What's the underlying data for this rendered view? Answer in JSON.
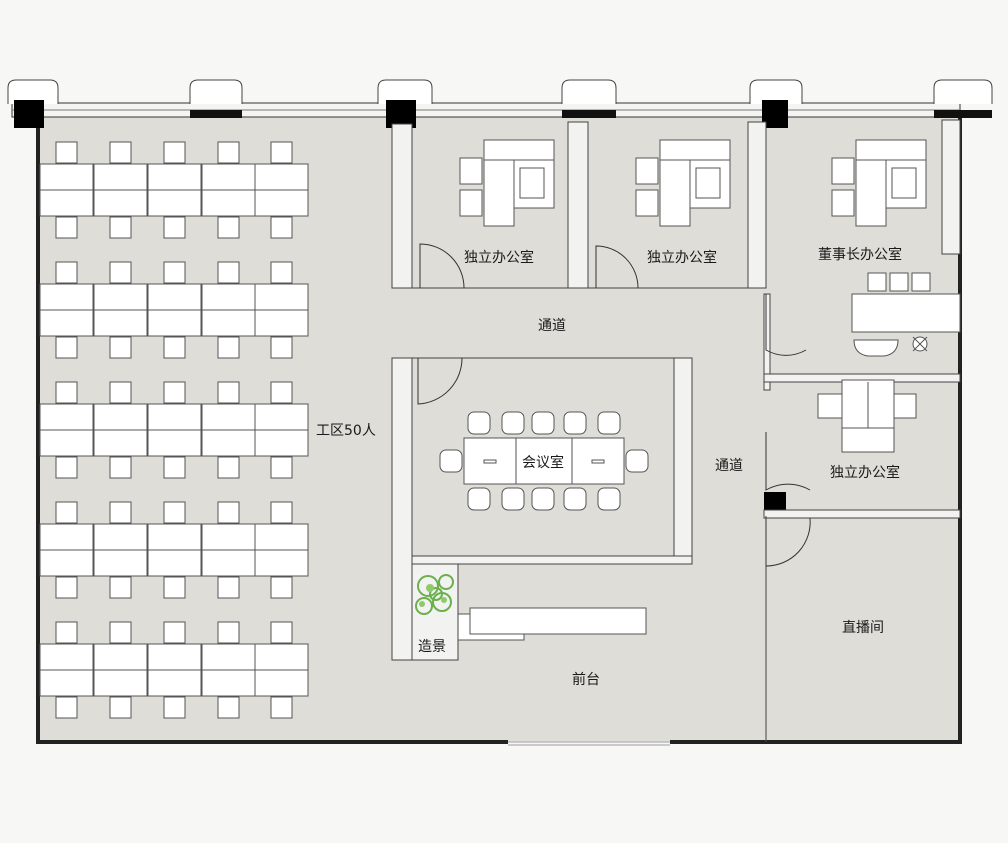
{
  "labels": {
    "office_left": "独立办公室",
    "office_mid": "独立办公室",
    "chairman_office": "董事长办公室",
    "corridor_top": "通道",
    "corridor_right": "通道",
    "work_area": "工区50人",
    "meeting_room": "会议室",
    "office_right": "独立办公室",
    "landscape": "造景",
    "live_room": "直播间",
    "reception": "前台"
  },
  "colors": {
    "floor": "#deddd8",
    "wall": "#222222",
    "wall_light": "#cfcfcb",
    "furniture": "#ffffff",
    "outline": "#555555",
    "column": "#000000",
    "plant": "#6ab04c"
  }
}
